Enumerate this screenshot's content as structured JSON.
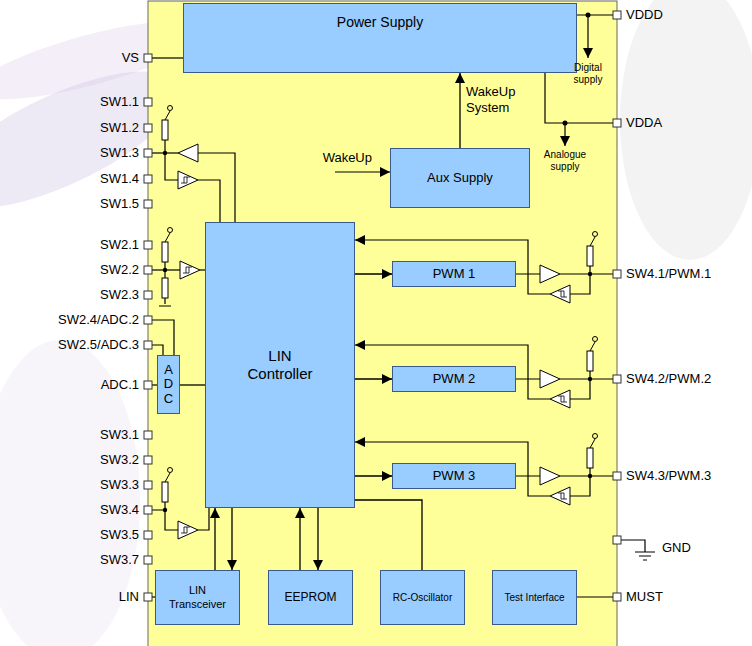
{
  "diagram": {
    "nodes": [
      {
        "text": [
          "Power Supply"
        ]
      },
      {
        "text": [
          "Aux Supply"
        ]
      },
      {
        "text": [
          "ADC"
        ]
      },
      {
        "text": [
          "LIN Controller"
        ]
      },
      {
        "text": [
          "PWM 1"
        ]
      },
      {
        "text": [
          "PWM 2"
        ]
      },
      {
        "text": [
          "PWM 3"
        ]
      },
      {
        "text": [
          "LIN Transceiver"
        ]
      },
      {
        "text": [
          "EEPROM"
        ]
      },
      {
        "text": [
          "RC-Oscillator"
        ]
      },
      {
        "text": [
          "Test Interface"
        ]
      }
    ],
    "edges": [
      {
        "from": 1,
        "to": 0,
        "arrow": "to",
        "label": "WakeUp System"
      },
      {
        "from": 2,
        "to": 3,
        "arrow": "none"
      },
      {
        "from": 3,
        "to": 4,
        "arrow": "to"
      },
      {
        "from": 3,
        "to": 5,
        "arrow": "to"
      },
      {
        "from": 3,
        "to": 6,
        "arrow": "to"
      },
      {
        "from": 7,
        "to": 3,
        "arrow": "to"
      },
      {
        "from": 3,
        "to": 7,
        "arrow": "to"
      },
      {
        "from": 8,
        "to": 3,
        "arrow": "to"
      },
      {
        "from": 3,
        "to": 8,
        "arrow": "to"
      },
      {
        "from": 3,
        "to": 9,
        "arrow": "none"
      }
    ],
    "labels": [
      "VS",
      "VDDD",
      "Digital supply",
      "VDDA",
      "Analogue supply",
      "SW1.1",
      "SW1.2",
      "SW1.3",
      "SW1.4",
      "SW1.5",
      "WakeUp",
      "SW2.1",
      "SW2.2",
      "SW4.1/PWM.1",
      "SW2.3",
      "SW2.4/ADC.2",
      "SW2.5/ADC.3",
      "SW4.2/PWM.2",
      "ADC.1",
      "SW3.1",
      "SW3.2",
      "SW3.3",
      "SW4.3/PWM.3",
      "SW3.4",
      "SW3.5",
      "SW3.7",
      "GND",
      "LIN",
      "MUST"
    ]
  }
}
